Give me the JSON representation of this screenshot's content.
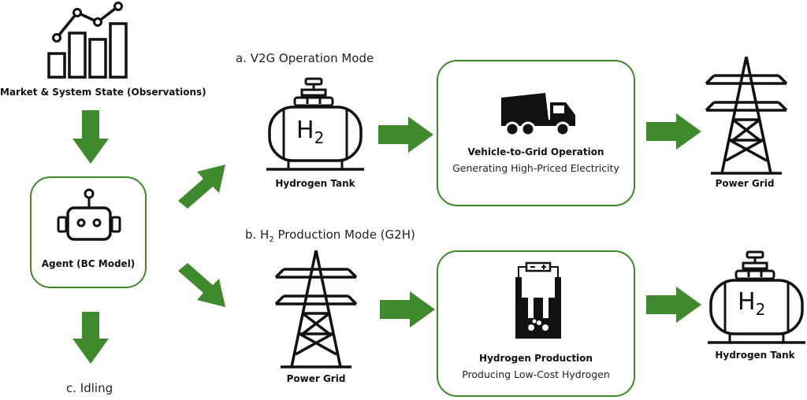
{
  "observations": {
    "label": "Market & System State (Observations)",
    "icon": "bar-chart-trend-icon"
  },
  "agent": {
    "label": "Agent (BC Model)",
    "icon": "robot-icon"
  },
  "mode_a": {
    "title": "a. V2G Operation Mode"
  },
  "mode_b": {
    "title_prefix": "b. H",
    "title_sub": "2",
    "title_suffix": " Production Mode (G2H)"
  },
  "mode_c": {
    "title": "c. Idling"
  },
  "v2g": {
    "source_label": "Hydrogen Tank",
    "process_title": "Vehicle-to-Grid Operation",
    "process_subtitle": "Generating High-Priced Electricity",
    "target_label": "Power Grid"
  },
  "g2h": {
    "source_label": "Power Grid",
    "process_title": "Hydrogen Production",
    "process_subtitle": "Producing Low-Cost Hydrogen",
    "target_label": "Hydrogen Tank"
  },
  "tank_symbol": {
    "main": "H",
    "sub": "2"
  },
  "colors": {
    "arrow": "#3f8a2c",
    "box_border": "#3c8a2a",
    "icon": "#111111"
  }
}
